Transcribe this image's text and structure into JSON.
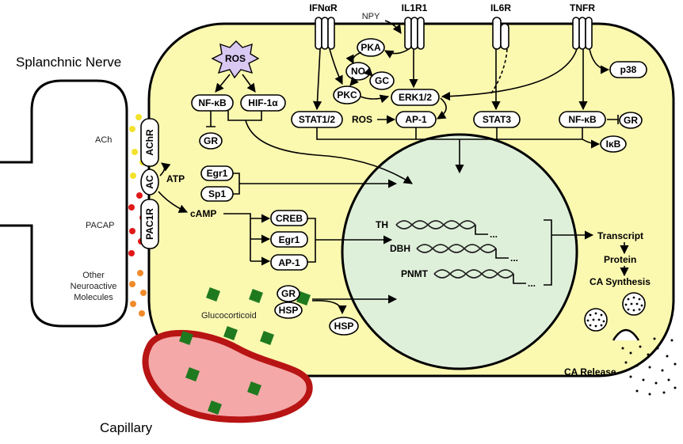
{
  "nerve": {
    "title": "Splanchnic Nerve",
    "ach": "ACh",
    "pacap": "PACAP",
    "other": [
      "Other",
      "Neuroactive",
      "Molecules"
    ]
  },
  "receptors": {
    "ifnar": "IFNαR",
    "il1r1": "IL1R1",
    "il6r": "IL6R",
    "tnfr": "TNFR",
    "npy": "NPY"
  },
  "membrane": {
    "achr": "AChR",
    "ac": "AC",
    "pac1r": "PAC1R",
    "atp": "ATP",
    "camp": "cAMP"
  },
  "signaling": {
    "ros_burst": "ROS",
    "ros_inline": "ROS",
    "nfkb_left": "NF-κB",
    "hif": "HIF-1α",
    "gr_left": "GR",
    "pka": "PKA",
    "no": "NO",
    "gc": "GC",
    "pkc": "PKC",
    "erk": "ERK1/2",
    "ap1_top": "AP-1",
    "stat12": "STAT1/2",
    "stat3": "STAT3",
    "nfkb_right": "NF-κB",
    "gr_right": "GR",
    "ikb": "IκB",
    "p38": "p38"
  },
  "factors": {
    "egr1_a": "Egr1",
    "sp1": "Sp1",
    "creb": "CREB",
    "egr1_b": "Egr1",
    "ap1_b": "AP-1"
  },
  "gluco": {
    "gr": "GR",
    "hsp": "HSP",
    "hsp_free": "HSP",
    "label": "Glucocorticoid"
  },
  "nucleus": {
    "genes": [
      "TH",
      "DBH",
      "PNMT"
    ],
    "dots": "..."
  },
  "outputs": {
    "transcript": "Transcript",
    "protein": "Protein",
    "ca_synthesis": "CA Synthesis",
    "ca_release": "CA Release"
  },
  "capillary": {
    "label": "Capillary"
  },
  "colors": {
    "cell": "#fbf8b0",
    "nucleus": "#dff0da",
    "capillary_fill": "#f4a8a8",
    "capillary_edge": "#b81414",
    "gluco": "#1f7a1f",
    "ros": "#d9c8f2"
  }
}
